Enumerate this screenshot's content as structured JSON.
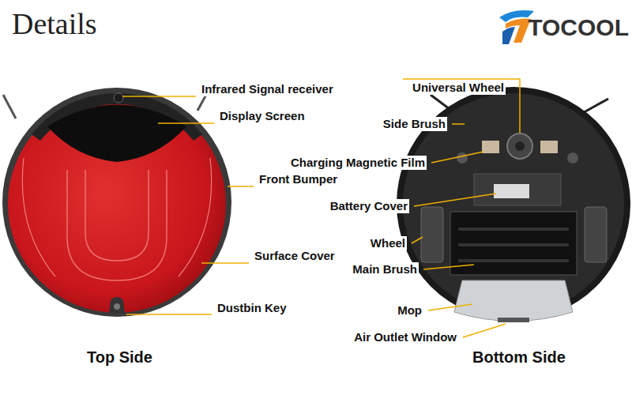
{
  "diagram": {
    "title": "Details",
    "labels": [
      "TOCOOL",
      "Infrared Signal receiver",
      "Display Screen",
      "Front Bumper",
      "Surface Cover",
      "Dustbin Key",
      "Top Side",
      "Universal Wheel",
      "Side Brush",
      "Charging Magnetic Film",
      "Battery Cover",
      "Wheel",
      "Main Brush",
      "Mop",
      "Air Outlet Window",
      "Bottom Side"
    ]
  }
}
